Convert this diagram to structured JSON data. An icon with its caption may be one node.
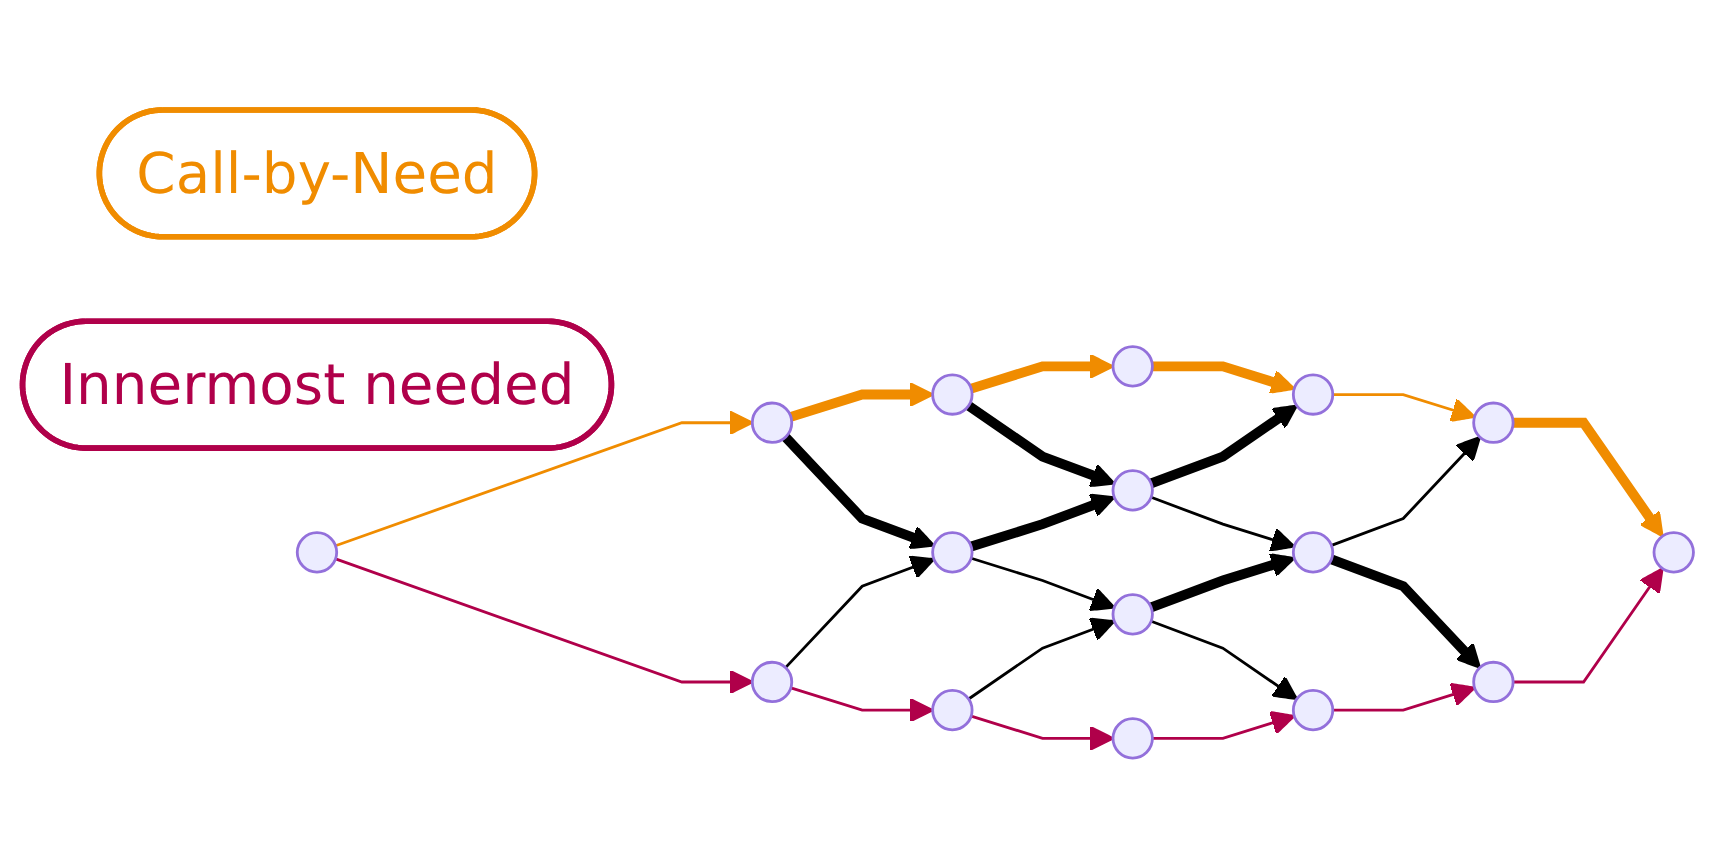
{
  "diagram": {
    "nodes": [
      {
        "text": [
          "Call-by-Need"
        ]
      },
      {
        "text": [
          "Innermost needed"
        ]
      },
      {
        "text": [],
        "shape": "circle"
      },
      {
        "text": [],
        "shape": "circle"
      },
      {
        "text": [],
        "shape": "circle"
      },
      {
        "text": [],
        "shape": "circle"
      },
      {
        "text": [],
        "shape": "circle"
      },
      {
        "text": [],
        "shape": "circle"
      },
      {
        "text": [],
        "shape": "circle"
      },
      {
        "text": [],
        "shape": "circle"
      },
      {
        "text": [],
        "shape": "circle"
      },
      {
        "text": [],
        "shape": "circle"
      },
      {
        "text": [],
        "shape": "circle"
      },
      {
        "text": [],
        "shape": "circle"
      },
      {
        "text": [],
        "shape": "circle"
      },
      {
        "text": [],
        "shape": "circle"
      },
      {
        "text": [],
        "shape": "circle"
      },
      {
        "text": [],
        "shape": "circle"
      }
    ],
    "edges": [
      {
        "from": 2,
        "to": 3,
        "arrow": "to",
        "color": "#f08c00"
      },
      {
        "from": 2,
        "to": 4,
        "arrow": "to",
        "color": "#b0004a"
      },
      {
        "from": 3,
        "to": 5,
        "arrow": "to",
        "style": "thick",
        "color": "#f08c00"
      },
      {
        "from": 3,
        "to": 6,
        "arrow": "to",
        "style": "thick"
      },
      {
        "from": 4,
        "to": 6,
        "arrow": "to"
      },
      {
        "from": 4,
        "to": 7,
        "arrow": "to",
        "color": "#b0004a"
      },
      {
        "from": 5,
        "to": 8,
        "arrow": "to",
        "style": "thick",
        "color": "#f08c00"
      },
      {
        "from": 5,
        "to": 9,
        "arrow": "to",
        "style": "thick"
      },
      {
        "from": 6,
        "to": 9,
        "arrow": "to",
        "style": "thick"
      },
      {
        "from": 6,
        "to": 10,
        "arrow": "to"
      },
      {
        "from": 7,
        "to": 10,
        "arrow": "to"
      },
      {
        "from": 7,
        "to": 11,
        "arrow": "to",
        "color": "#b0004a"
      },
      {
        "from": 8,
        "to": 12,
        "arrow": "to",
        "style": "thick",
        "color": "#f08c00"
      },
      {
        "from": 9,
        "to": 12,
        "arrow": "to",
        "style": "thick"
      },
      {
        "from": 9,
        "to": 13,
        "arrow": "to"
      },
      {
        "from": 10,
        "to": 13,
        "arrow": "to",
        "style": "thick"
      },
      {
        "from": 10,
        "to": 14,
        "arrow": "to"
      },
      {
        "from": 11,
        "to": 14,
        "arrow": "to",
        "color": "#b0004a"
      },
      {
        "from": 12,
        "to": 15,
        "arrow": "to",
        "color": "#f08c00"
      },
      {
        "from": 13,
        "to": 15,
        "arrow": "to"
      },
      {
        "from": 13,
        "to": 16,
        "arrow": "to",
        "style": "thick"
      },
      {
        "from": 14,
        "to": 16,
        "arrow": "to",
        "color": "#b0004a"
      },
      {
        "from": 15,
        "to": 17,
        "arrow": "to",
        "style": "thick",
        "color": "#f08c00"
      },
      {
        "from": 16,
        "to": 17,
        "arrow": "to",
        "color": "#b0004a"
      }
    ]
  }
}
